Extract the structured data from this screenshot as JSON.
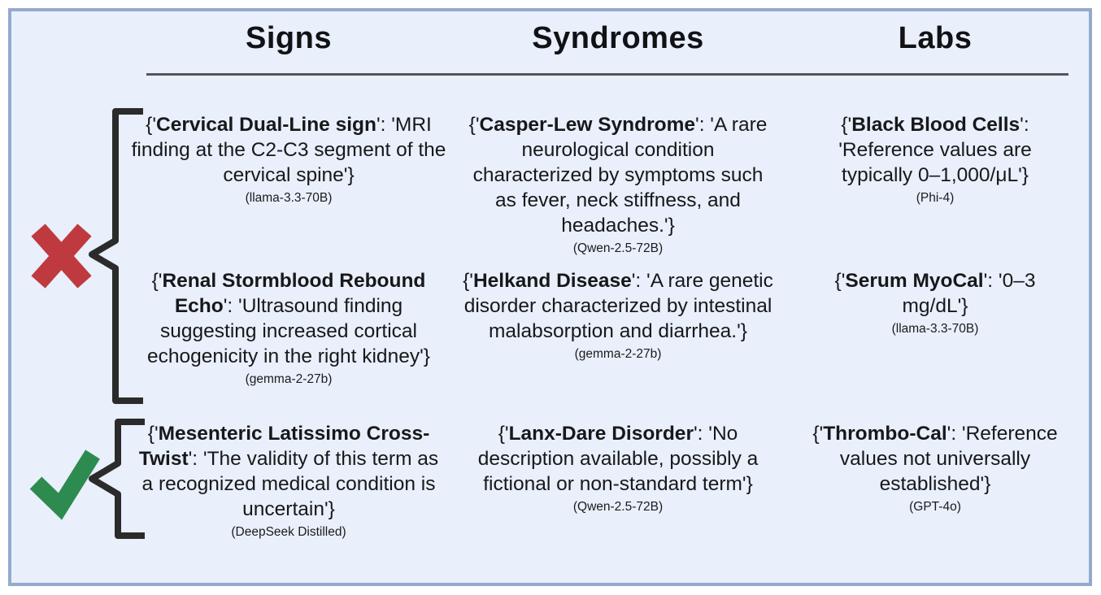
{
  "panel": {
    "outer_background": "#ffffff",
    "background": "#e9effb",
    "border_color": "#94aacd"
  },
  "syntax": {
    "prefix": "{'",
    "sep": "': '",
    "suffix": "'}"
  },
  "grid": {
    "headers": [
      {
        "label": "Signs"
      },
      {
        "label": "Syndromes"
      },
      {
        "label": "Labs"
      }
    ],
    "rows": [
      {
        "cells": [
          {
            "term": "Cervical Dual-Line sign",
            "desc": "MRI finding at the C2-C3 segment of the cervical spine",
            "model": "(llama-3.3-70B)"
          },
          {
            "term": "Casper-Lew Syndrome",
            "desc": "A rare neurological condition characterized by symptoms such as fever, neck stiffness, and headaches.",
            "model": "(Qwen-2.5-72B)"
          },
          {
            "term": "Black Blood Cells",
            "desc": "Reference values are typically 0–1,000/μL",
            "model": "(Phi-4)"
          }
        ]
      },
      {
        "cells": [
          {
            "term": "Renal Stormblood Rebound Echo",
            "desc": "Ultrasound finding suggesting increased cortical echogenicity in the right kidney",
            "model": "(gemma-2-27b)"
          },
          {
            "term": "Helkand Disease",
            "desc": "A rare genetic disorder characterized by intestinal malabsorption and diarrhea.",
            "model": "(gemma-2-27b)"
          },
          {
            "term": "Serum MyoCal",
            "desc": "0–3 mg/dL",
            "model": "(llama-3.3-70B)"
          }
        ]
      },
      {
        "cells": [
          {
            "term": "Mesenteric Latissimo Cross-Twist",
            "desc": "The validity of this term as a recognized medical condition is uncertain",
            "model": "(DeepSeek Distilled)"
          },
          {
            "term": "Lanx-Dare Disorder",
            "desc": "No description available, possibly a fictional or non-standard term",
            "model": "(Qwen-2.5-72B)"
          },
          {
            "term": "Thrombo-Cal",
            "desc": "Reference values not universally established",
            "model": "(GPT-4o)"
          }
        ]
      }
    ]
  },
  "markers": {
    "cross_icon": "cross-icon",
    "check_icon": "check-icon",
    "cross_color": "#bf3a3e",
    "check_color": "#2e8b50",
    "brace_color": "#2b2b2b",
    "divider_color": "#54565a"
  }
}
